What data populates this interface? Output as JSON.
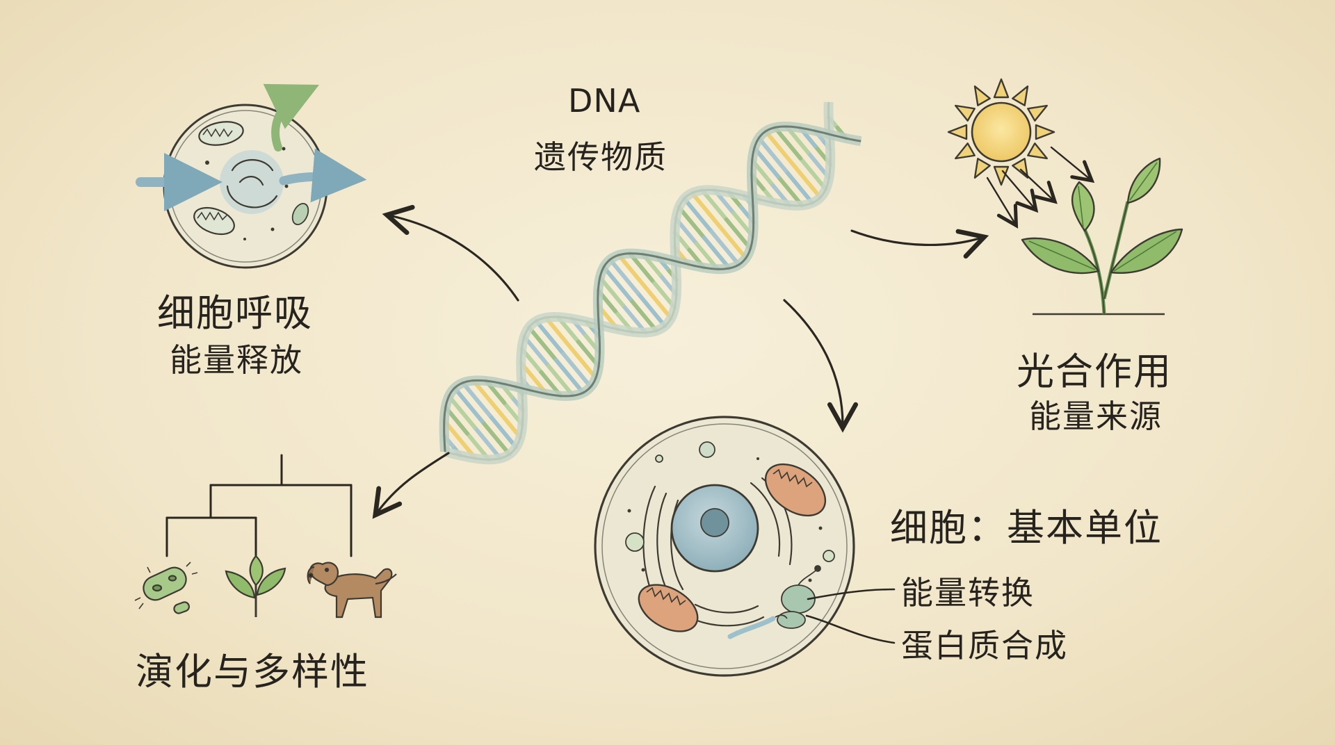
{
  "dna": {
    "title": "DNA",
    "subtitle": "遗传物质"
  },
  "respiration": {
    "title": "细胞呼吸",
    "subtitle": "能量释放"
  },
  "photosynthesis": {
    "title": "光合作用",
    "subtitle": "能量来源"
  },
  "evolution": {
    "title": "演化与多样性"
  },
  "cell": {
    "title": "细胞：基本单位",
    "label_energy": "能量转换",
    "label_protein": "蛋白质合成"
  },
  "colors": {
    "ink": "#2a2620",
    "paper": "#f3e9cf",
    "green": "#9fbf86",
    "blue": "#9cc0cc",
    "yellow": "#eecf72",
    "mito": "#d79a72",
    "leaf": "#7fae5c"
  },
  "icons": [
    "cell-icon",
    "sun-icon",
    "plant-icon",
    "bacterium-icon",
    "sprout-icon",
    "dog-icon",
    "animal-cell-icon"
  ]
}
